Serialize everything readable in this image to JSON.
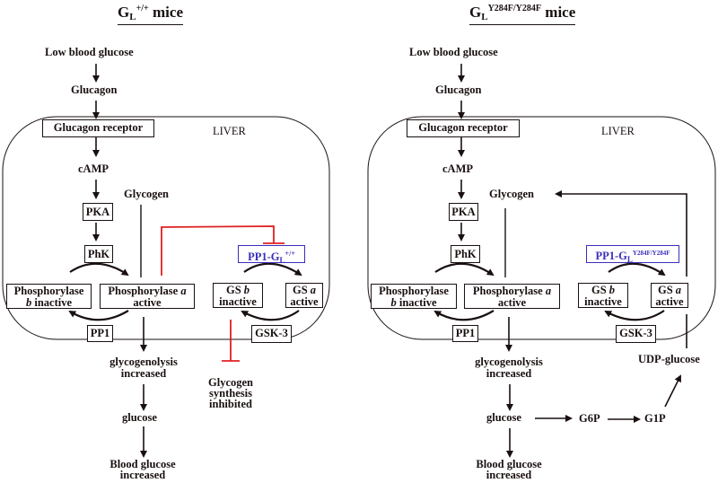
{
  "panels": [
    {
      "id": "wildtype",
      "title": {
        "main": "G",
        "sub": "L",
        "sup": "+/+",
        "suffix": " mice"
      },
      "organ_label": "LIVER",
      "nodes": {
        "low_blood_glucose": "Low blood glucose",
        "glucagon": "Glucagon",
        "glucagon_receptor": "Glucagon receptor",
        "camp": "cAMP",
        "pka": "PKA",
        "phk": "PhK",
        "glycogen": "Glycogen",
        "phosphorylase_b": {
          "line1_prefix": "Phosphorylase",
          "line2_italic": "b",
          "line2_rest": " inactive"
        },
        "phosphorylase_a": {
          "line1_prefix": "Phosphorylase ",
          "line1_italic": "a",
          "line2": "active"
        },
        "pp1": "PP1",
        "pp1_gl": {
          "main": "PP1-G",
          "sub": "L",
          "sup": "+/+"
        },
        "gs_b": {
          "line1_prefix": "GS ",
          "line1_italic": "b",
          "line2": "inactive"
        },
        "gs_a": {
          "line1_prefix": "GS ",
          "line1_italic": "a",
          "line2": "active"
        },
        "gsk3": "GSK-3",
        "glycogenolysis": {
          "line1": "glycogenolysis",
          "line2": "increased"
        },
        "glycogen_synthesis": {
          "line1": "Glycogen",
          "line2": "synthesis",
          "line3": "inhibited"
        },
        "glucose": "glucose",
        "blood_glucose": {
          "line1": "Blood glucose",
          "line2": "increased"
        }
      }
    },
    {
      "id": "mutant",
      "title": {
        "main": "G",
        "sub": "L",
        "sup": "Y284F/Y284F",
        "suffix": " mice"
      },
      "organ_label": "LIVER",
      "nodes": {
        "low_blood_glucose": "Low blood glucose",
        "glucagon": "Glucagon",
        "glucagon_receptor": "Glucagon receptor",
        "camp": "cAMP",
        "pka": "PKA",
        "phk": "PhK",
        "glycogen": "Glycogen",
        "phosphorylase_b": {
          "line1_prefix": "Phosphorylase",
          "line2_italic": "b",
          "line2_rest": " inactive"
        },
        "phosphorylase_a": {
          "line1_prefix": "Phosphorylase ",
          "line1_italic": "a",
          "line2": "active"
        },
        "pp1": "PP1",
        "pp1_gl": {
          "main": "PP1-G",
          "sub": "L",
          "sup": "Y284F/Y284F"
        },
        "gs_b": {
          "line1_prefix": "GS ",
          "line1_italic": "b",
          "line2": "inactive"
        },
        "gs_a": {
          "line1_prefix": "GS ",
          "line1_italic": "a",
          "line2": "active"
        },
        "gsk3": "GSK-3",
        "glycogenolysis": {
          "line1": "glycogenolysis",
          "line2": "increased"
        },
        "udp_glucose": "UDP-glucose",
        "glucose": "glucose",
        "g6p": "G6P",
        "g1p": "G1P",
        "blood_glucose": {
          "line1": "Blood glucose",
          "line2": "increased"
        }
      }
    }
  ],
  "colors": {
    "ink": "#1a1010",
    "inhibition": "#e02020",
    "pp1_gl": "#3a2fb8"
  }
}
